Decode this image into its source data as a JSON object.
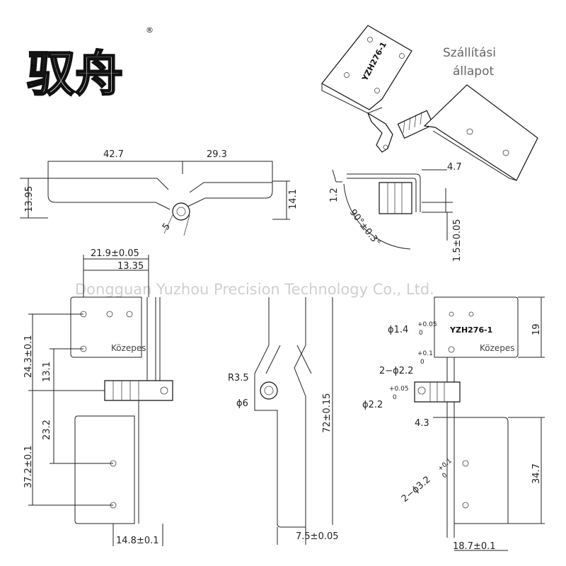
{
  "logo": {
    "text": "驭舟",
    "mark": "®"
  },
  "watermark": "Dongguan Yuzhou Precision Technology Co., Ltd.",
  "labels": {
    "shipping_state_line1": "Szállítási",
    "shipping_state_line2": "állapot",
    "middle_left": "Közepes",
    "middle_right": "Közepes",
    "model_3d": "YZH276-1",
    "model_right": "YZH276-1"
  },
  "top_view": {
    "dim_left": "42.7",
    "dim_right": "29.3",
    "dim_h_left": "13.95",
    "dim_h_right": "14.1",
    "dim_pin": "5"
  },
  "side_view": {
    "dim_width": "4.7",
    "dim_offset": "1.2",
    "dim_angle": "90°±0.3°",
    "dim_gap": "1.5±0.05"
  },
  "front_left": {
    "dim_top": "21.9±0.05",
    "dim_sub": "13.35",
    "dim_upper": "24.3±0.1",
    "dim_upper_sub": "13.1",
    "dim_lower": "37.2±0.1",
    "dim_lower_sub": "23.2",
    "dim_bottom": "14.8±0.1"
  },
  "front_mid": {
    "dim_radius": "R3.5",
    "dim_dia": "ϕ6",
    "dim_length": "72±0.15",
    "dim_bottom": "7.5±0.05"
  },
  "front_right": {
    "dim_hole_a": "ϕ1.4",
    "dim_hole_a_tol_up": "+0.05",
    "dim_hole_a_tol_lo": "0",
    "dim_hole_b": "2−ϕ2.2",
    "dim_hole_b_tol_up": "+0.1",
    "dim_hole_b_tol_lo": "0",
    "dim_hole_c": "ϕ2.2",
    "dim_hole_c_tol_up": "+0.05",
    "dim_hole_c_tol_lo": "0",
    "dim_hole_d": "2−ϕ3.2",
    "dim_hole_d_tol_up": "+0.1",
    "dim_hole_d_tol_lo": "0",
    "dim_19": "19",
    "dim_43": "4.3",
    "dim_347": "34.7",
    "dim_bottom": "18.7±0.1"
  }
}
